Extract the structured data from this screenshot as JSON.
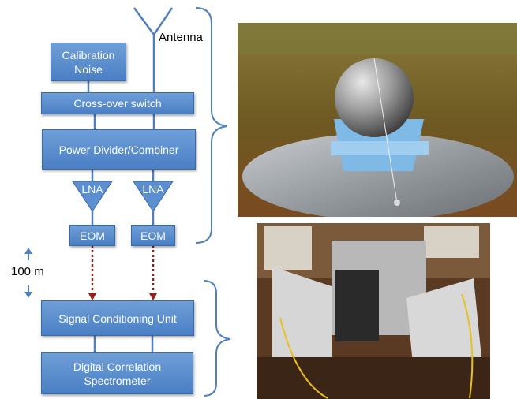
{
  "blocks": {
    "calibration_noise": "Calibration\nNoise",
    "cross_over_switch": "Cross-over switch",
    "power_divider": "Power Divider/Combiner",
    "lna_left": "LNA",
    "lna_right": "LNA",
    "eom_left": "EOM",
    "eom_right": "EOM",
    "signal_conditioning": "Signal Conditioning Unit",
    "digital_correlation": "Digital Correlation\nSpectrometer"
  },
  "labels": {
    "antenna": "Antenna",
    "distance": "100 m"
  },
  "colors": {
    "block_fill": "#5b8fd0",
    "block_border": "#3a6aa8",
    "connector": "#4f7fbf",
    "fiber_link": "#9b1a1a"
  },
  "photos": {
    "top": "spherical antenna on ground plane",
    "bottom": "receiver electronics units"
  }
}
